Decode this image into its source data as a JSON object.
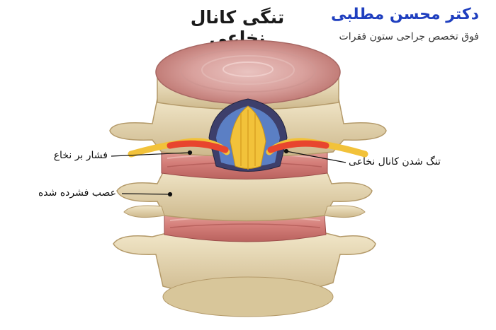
{
  "header": {
    "title": "تنگی کانال نخاعی",
    "doctor_name": "دکتر محسن مطلبی",
    "doctor_specialty": "فوق تخصص جراحی ستون فقرات"
  },
  "labels": {
    "spinal_cord_pressure": "فشار بر نخاع",
    "canal_narrowing": "تنگ شدن کانال نخاعی",
    "pinched_nerve": "عصب فشرده شده"
  },
  "colors": {
    "bone": "#e8d9b4",
    "bone_shadow": "#c9b486",
    "disc": "#d98d88",
    "disc_dark": "#b85c5a",
    "nerve": "#f2c23a",
    "inflamed": "#e8452e",
    "dura": "#5b7fc4",
    "title_blue": "#1f3fbf"
  }
}
